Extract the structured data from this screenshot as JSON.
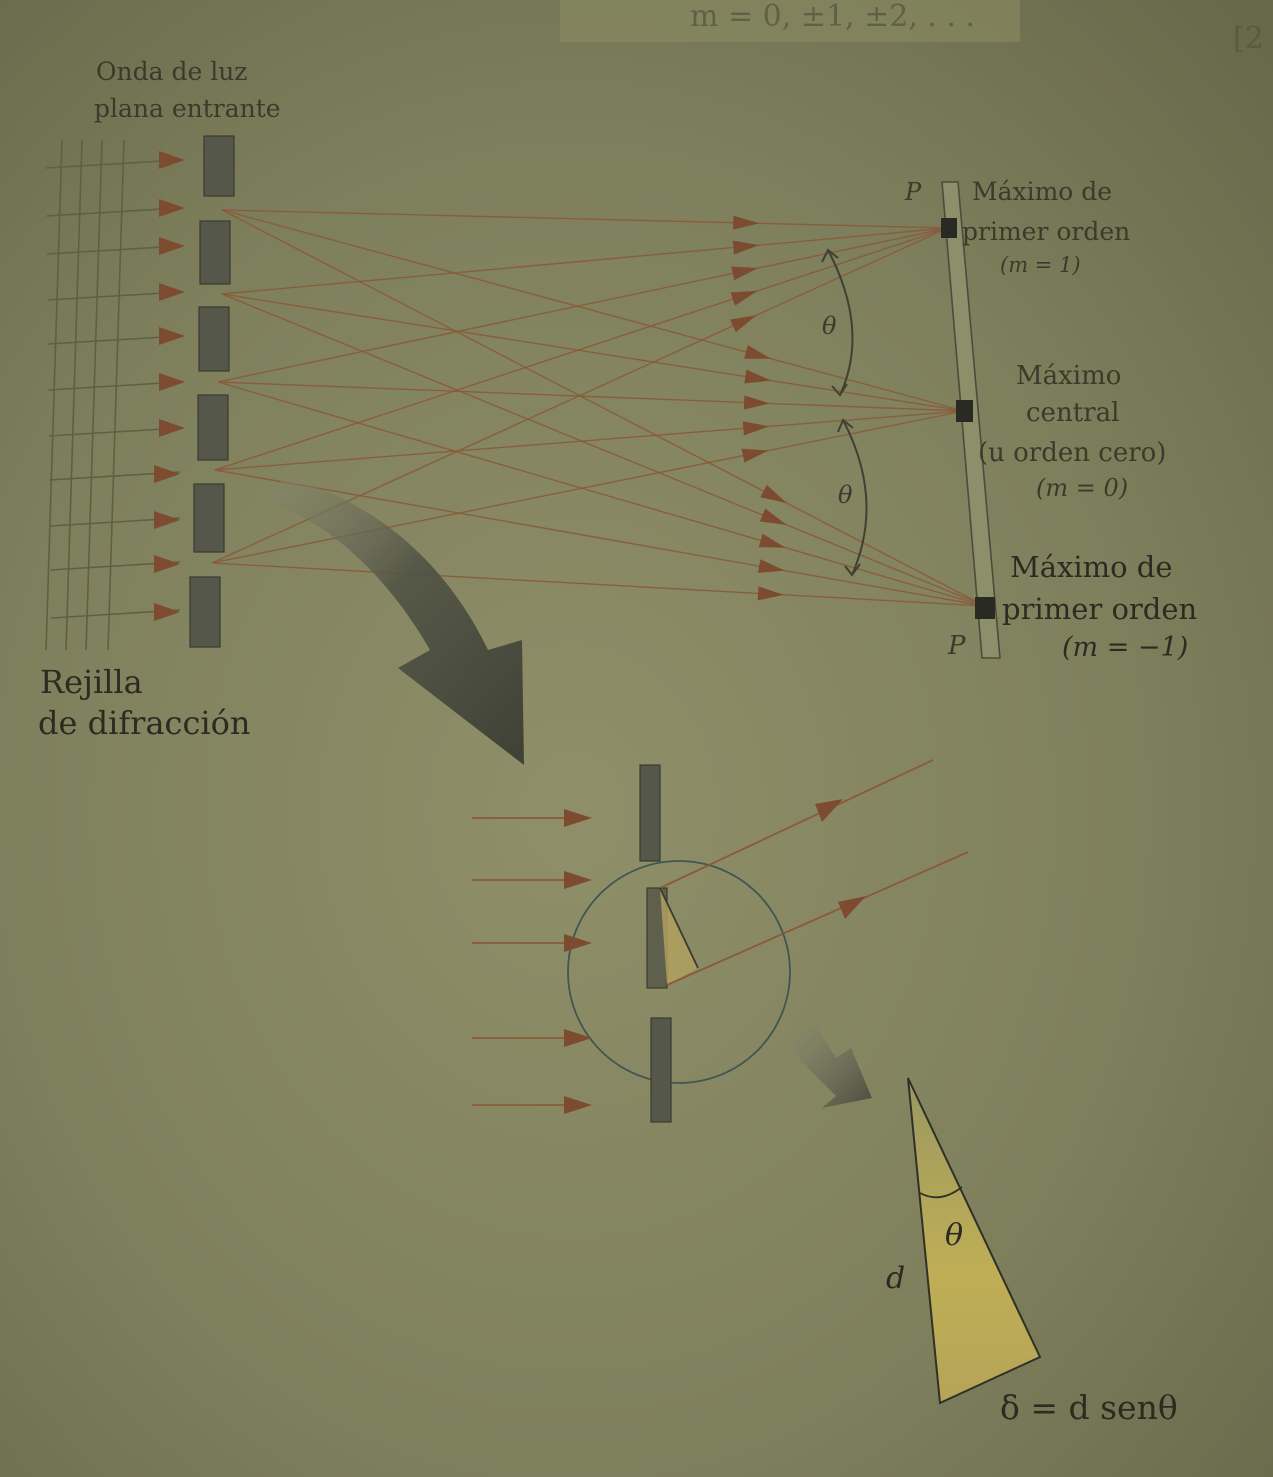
{
  "header": {
    "equation_fragment": "m = 0, ±1, ±2, . . .",
    "page_ref": "[2"
  },
  "labels": {
    "incoming_wave_line1": "Onda de luz",
    "incoming_wave_line2": "plana entrante",
    "grating_line1": "Rejilla",
    "grating_line2": "de difracción",
    "top_max_line1": "Máximo de",
    "top_max_line2": "primer orden",
    "top_max_order": "(m = 1)",
    "central_line1": "Máximo",
    "central_line2": "central",
    "central_line3": "(u orden cero)",
    "central_order": "(m = 0)",
    "bottom_max_line1": "Máximo de",
    "bottom_max_line2": "primer orden",
    "bottom_max_order": "(m = −1)",
    "point_top": "P",
    "point_bottom": "P",
    "theta_upper": "θ",
    "theta_lower": "θ",
    "theta_triangle": "θ",
    "side_d": "d",
    "path_difference": "δ = d senθ"
  },
  "colors": {
    "background": "#7c7d5a",
    "ray": "#8a5a3a",
    "arrowhead": "#7d4c30",
    "slit_bar": "#55574a",
    "screen_mark": "#2a2a24",
    "grid_line": "#5e5f45",
    "big_arrow": "#4a4c3e",
    "triangle_fill": "#b7a85a"
  }
}
